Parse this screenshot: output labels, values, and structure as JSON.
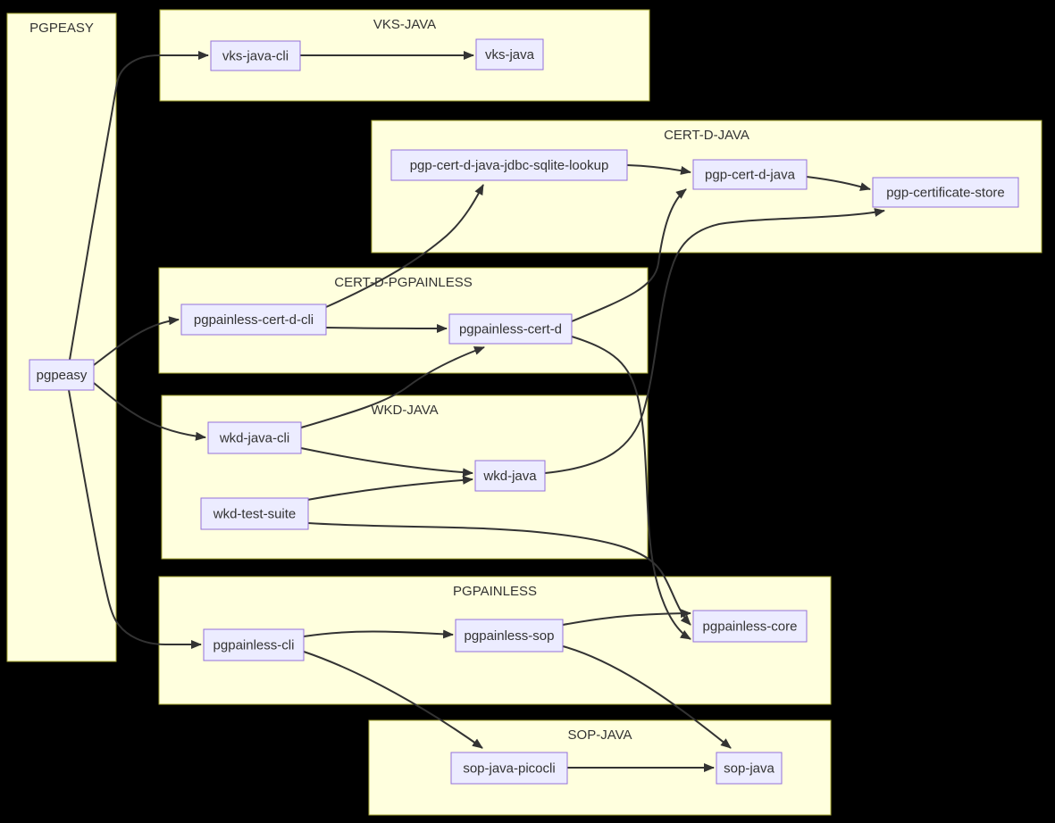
{
  "diagram": {
    "type": "flowchart",
    "background": "#000000",
    "colors": {
      "cluster_fill": "#ffffde",
      "cluster_border": "#aaaa33",
      "node_fill": "#ececff",
      "node_border": "#9370db",
      "edge": "#333333",
      "text": "#333333"
    },
    "subgraphs": [
      {
        "id": "pgpeasy-group",
        "title": "PGPEASY"
      },
      {
        "id": "vks-java-group",
        "title": "VKS-JAVA"
      },
      {
        "id": "cert-d-java-group",
        "title": "CERT-D-JAVA"
      },
      {
        "id": "cert-d-pgpainless-group",
        "title": "CERT-D-PGPAINLESS"
      },
      {
        "id": "wkd-java-group",
        "title": "WKD-JAVA"
      },
      {
        "id": "pgpainless-group",
        "title": "PGPAINLESS"
      },
      {
        "id": "sop-java-group",
        "title": "SOP-JAVA"
      }
    ],
    "nodes": [
      {
        "id": "pgpeasy",
        "label": "pgpeasy",
        "group": "PGPEASY"
      },
      {
        "id": "vks-java-cli",
        "label": "vks-java-cli",
        "group": "VKS-JAVA"
      },
      {
        "id": "vks-java",
        "label": "vks-java",
        "group": "VKS-JAVA"
      },
      {
        "id": "pgp-cert-d-java-jdbc-sqlite-lookup",
        "label": "pgp-cert-d-java-jdbc-sqlite-lookup",
        "group": "CERT-D-JAVA"
      },
      {
        "id": "pgp-cert-d-java",
        "label": "pgp-cert-d-java",
        "group": "CERT-D-JAVA"
      },
      {
        "id": "pgp-certificate-store",
        "label": "pgp-certificate-store",
        "group": "CERT-D-JAVA"
      },
      {
        "id": "pgpainless-cert-d-cli",
        "label": "pgpainless-cert-d-cli",
        "group": "CERT-D-PGPAINLESS"
      },
      {
        "id": "pgpainless-cert-d",
        "label": "pgpainless-cert-d",
        "group": "CERT-D-PGPAINLESS"
      },
      {
        "id": "wkd-java-cli",
        "label": "wkd-java-cli",
        "group": "WKD-JAVA"
      },
      {
        "id": "wkd-java",
        "label": "wkd-java",
        "group": "WKD-JAVA"
      },
      {
        "id": "wkd-test-suite",
        "label": "wkd-test-suite",
        "group": "WKD-JAVA"
      },
      {
        "id": "pgpainless-cli",
        "label": "pgpainless-cli",
        "group": "PGPAINLESS"
      },
      {
        "id": "pgpainless-sop",
        "label": "pgpainless-sop",
        "group": "PGPAINLESS"
      },
      {
        "id": "pgpainless-core",
        "label": "pgpainless-core",
        "group": "PGPAINLESS"
      },
      {
        "id": "sop-java-picocli",
        "label": "sop-java-picocli",
        "group": "SOP-JAVA"
      },
      {
        "id": "sop-java",
        "label": "sop-java",
        "group": "SOP-JAVA"
      }
    ],
    "edges": [
      {
        "from": "pgpeasy",
        "to": "vks-java-cli"
      },
      {
        "from": "pgpeasy",
        "to": "pgpainless-cert-d-cli"
      },
      {
        "from": "pgpeasy",
        "to": "wkd-java-cli"
      },
      {
        "from": "pgpeasy",
        "to": "pgpainless-cli"
      },
      {
        "from": "vks-java-cli",
        "to": "vks-java"
      },
      {
        "from": "pgp-cert-d-java-jdbc-sqlite-lookup",
        "to": "pgp-cert-d-java"
      },
      {
        "from": "pgp-cert-d-java",
        "to": "pgp-certificate-store"
      },
      {
        "from": "pgpainless-cert-d-cli",
        "to": "pgp-cert-d-java-jdbc-sqlite-lookup"
      },
      {
        "from": "pgpainless-cert-d-cli",
        "to": "pgpainless-cert-d"
      },
      {
        "from": "pgpainless-cert-d",
        "to": "pgp-cert-d-java"
      },
      {
        "from": "pgpainless-cert-d",
        "to": "pgpainless-core"
      },
      {
        "from": "wkd-java-cli",
        "to": "pgpainless-cert-d"
      },
      {
        "from": "wkd-java-cli",
        "to": "wkd-java"
      },
      {
        "from": "wkd-test-suite",
        "to": "wkd-java"
      },
      {
        "from": "wkd-test-suite",
        "to": "pgpainless-core"
      },
      {
        "from": "wkd-java",
        "to": "pgp-certificate-store"
      },
      {
        "from": "pgpainless-cli",
        "to": "pgpainless-sop"
      },
      {
        "from": "pgpainless-cli",
        "to": "sop-java-picocli"
      },
      {
        "from": "pgpainless-sop",
        "to": "pgpainless-core"
      },
      {
        "from": "pgpainless-sop",
        "to": "sop-java"
      },
      {
        "from": "sop-java-picocli",
        "to": "sop-java"
      }
    ]
  }
}
